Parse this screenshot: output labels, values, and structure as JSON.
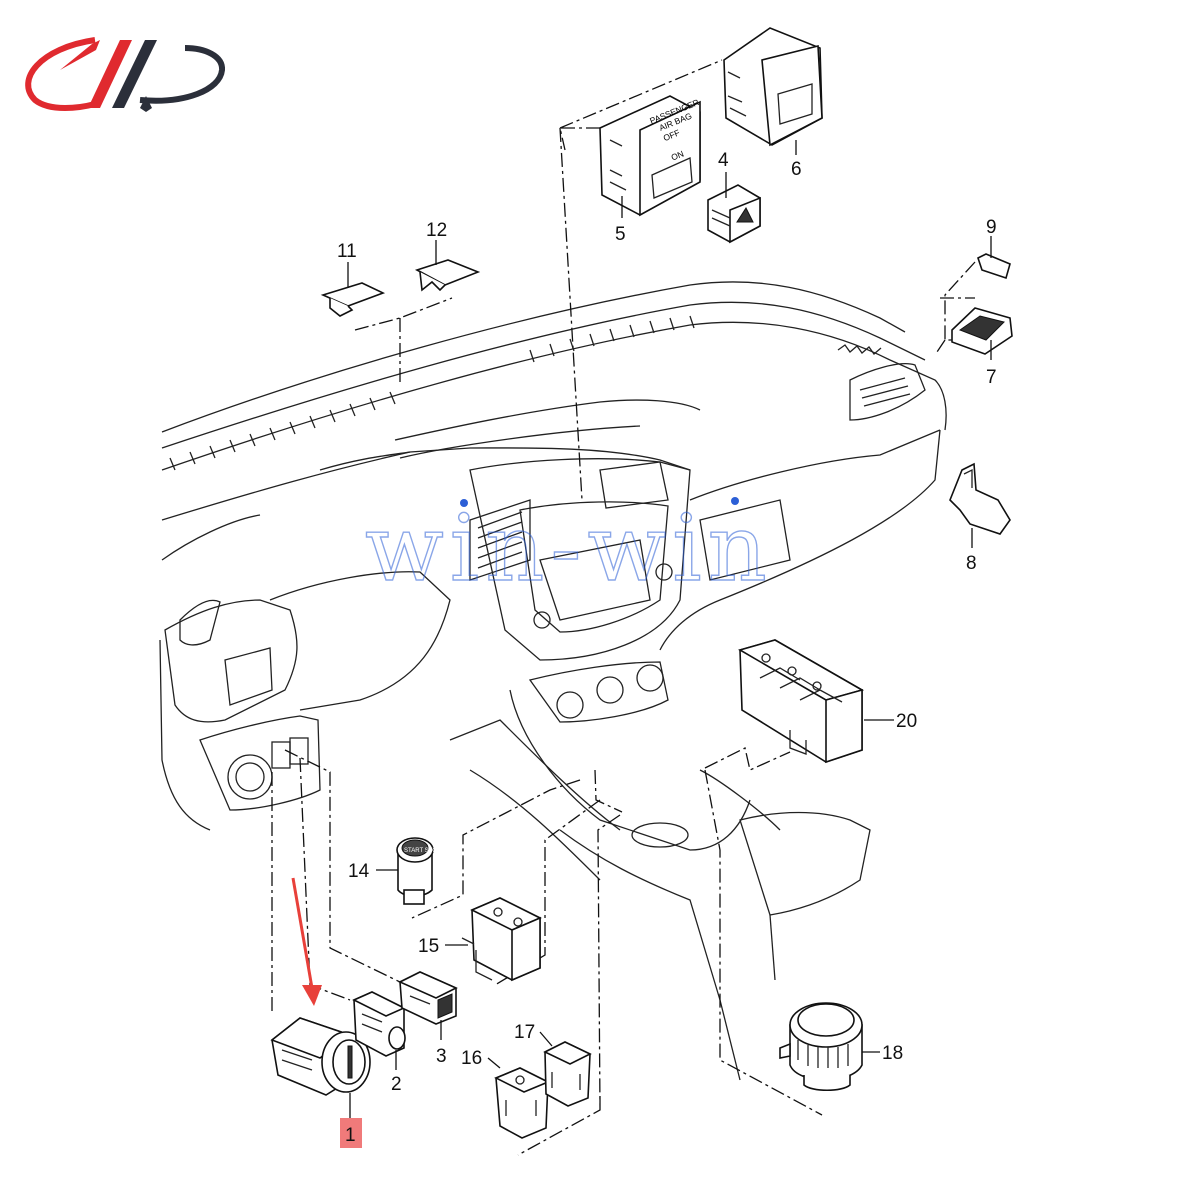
{
  "watermark": "win-win",
  "brand_colors": {
    "logo_red": "#e02a2f",
    "logo_dark": "#2b2f3a",
    "highlight": "#f07a7a",
    "arrow": "#e8403a",
    "watermark_blue": "#2c5fd6"
  },
  "airbag_panel": {
    "line1": "PASSENGER",
    "line2": "AIR BAG",
    "off": "OFF",
    "on": "ON"
  },
  "start_button_text": "START STOP",
  "highlighted_part": "1",
  "part_labels": {
    "p1": "1",
    "p2": "2",
    "p3": "3",
    "p4": "4",
    "p5": "5",
    "p6": "6",
    "p7": "7",
    "p8": "8",
    "p9": "9",
    "p11": "11",
    "p12": "12",
    "p14": "14",
    "p15": "15",
    "p16": "16",
    "p17": "17",
    "p18": "18",
    "p20": "20"
  },
  "icons": [
    "brand-logo-icon",
    "red-arrow-icon"
  ]
}
